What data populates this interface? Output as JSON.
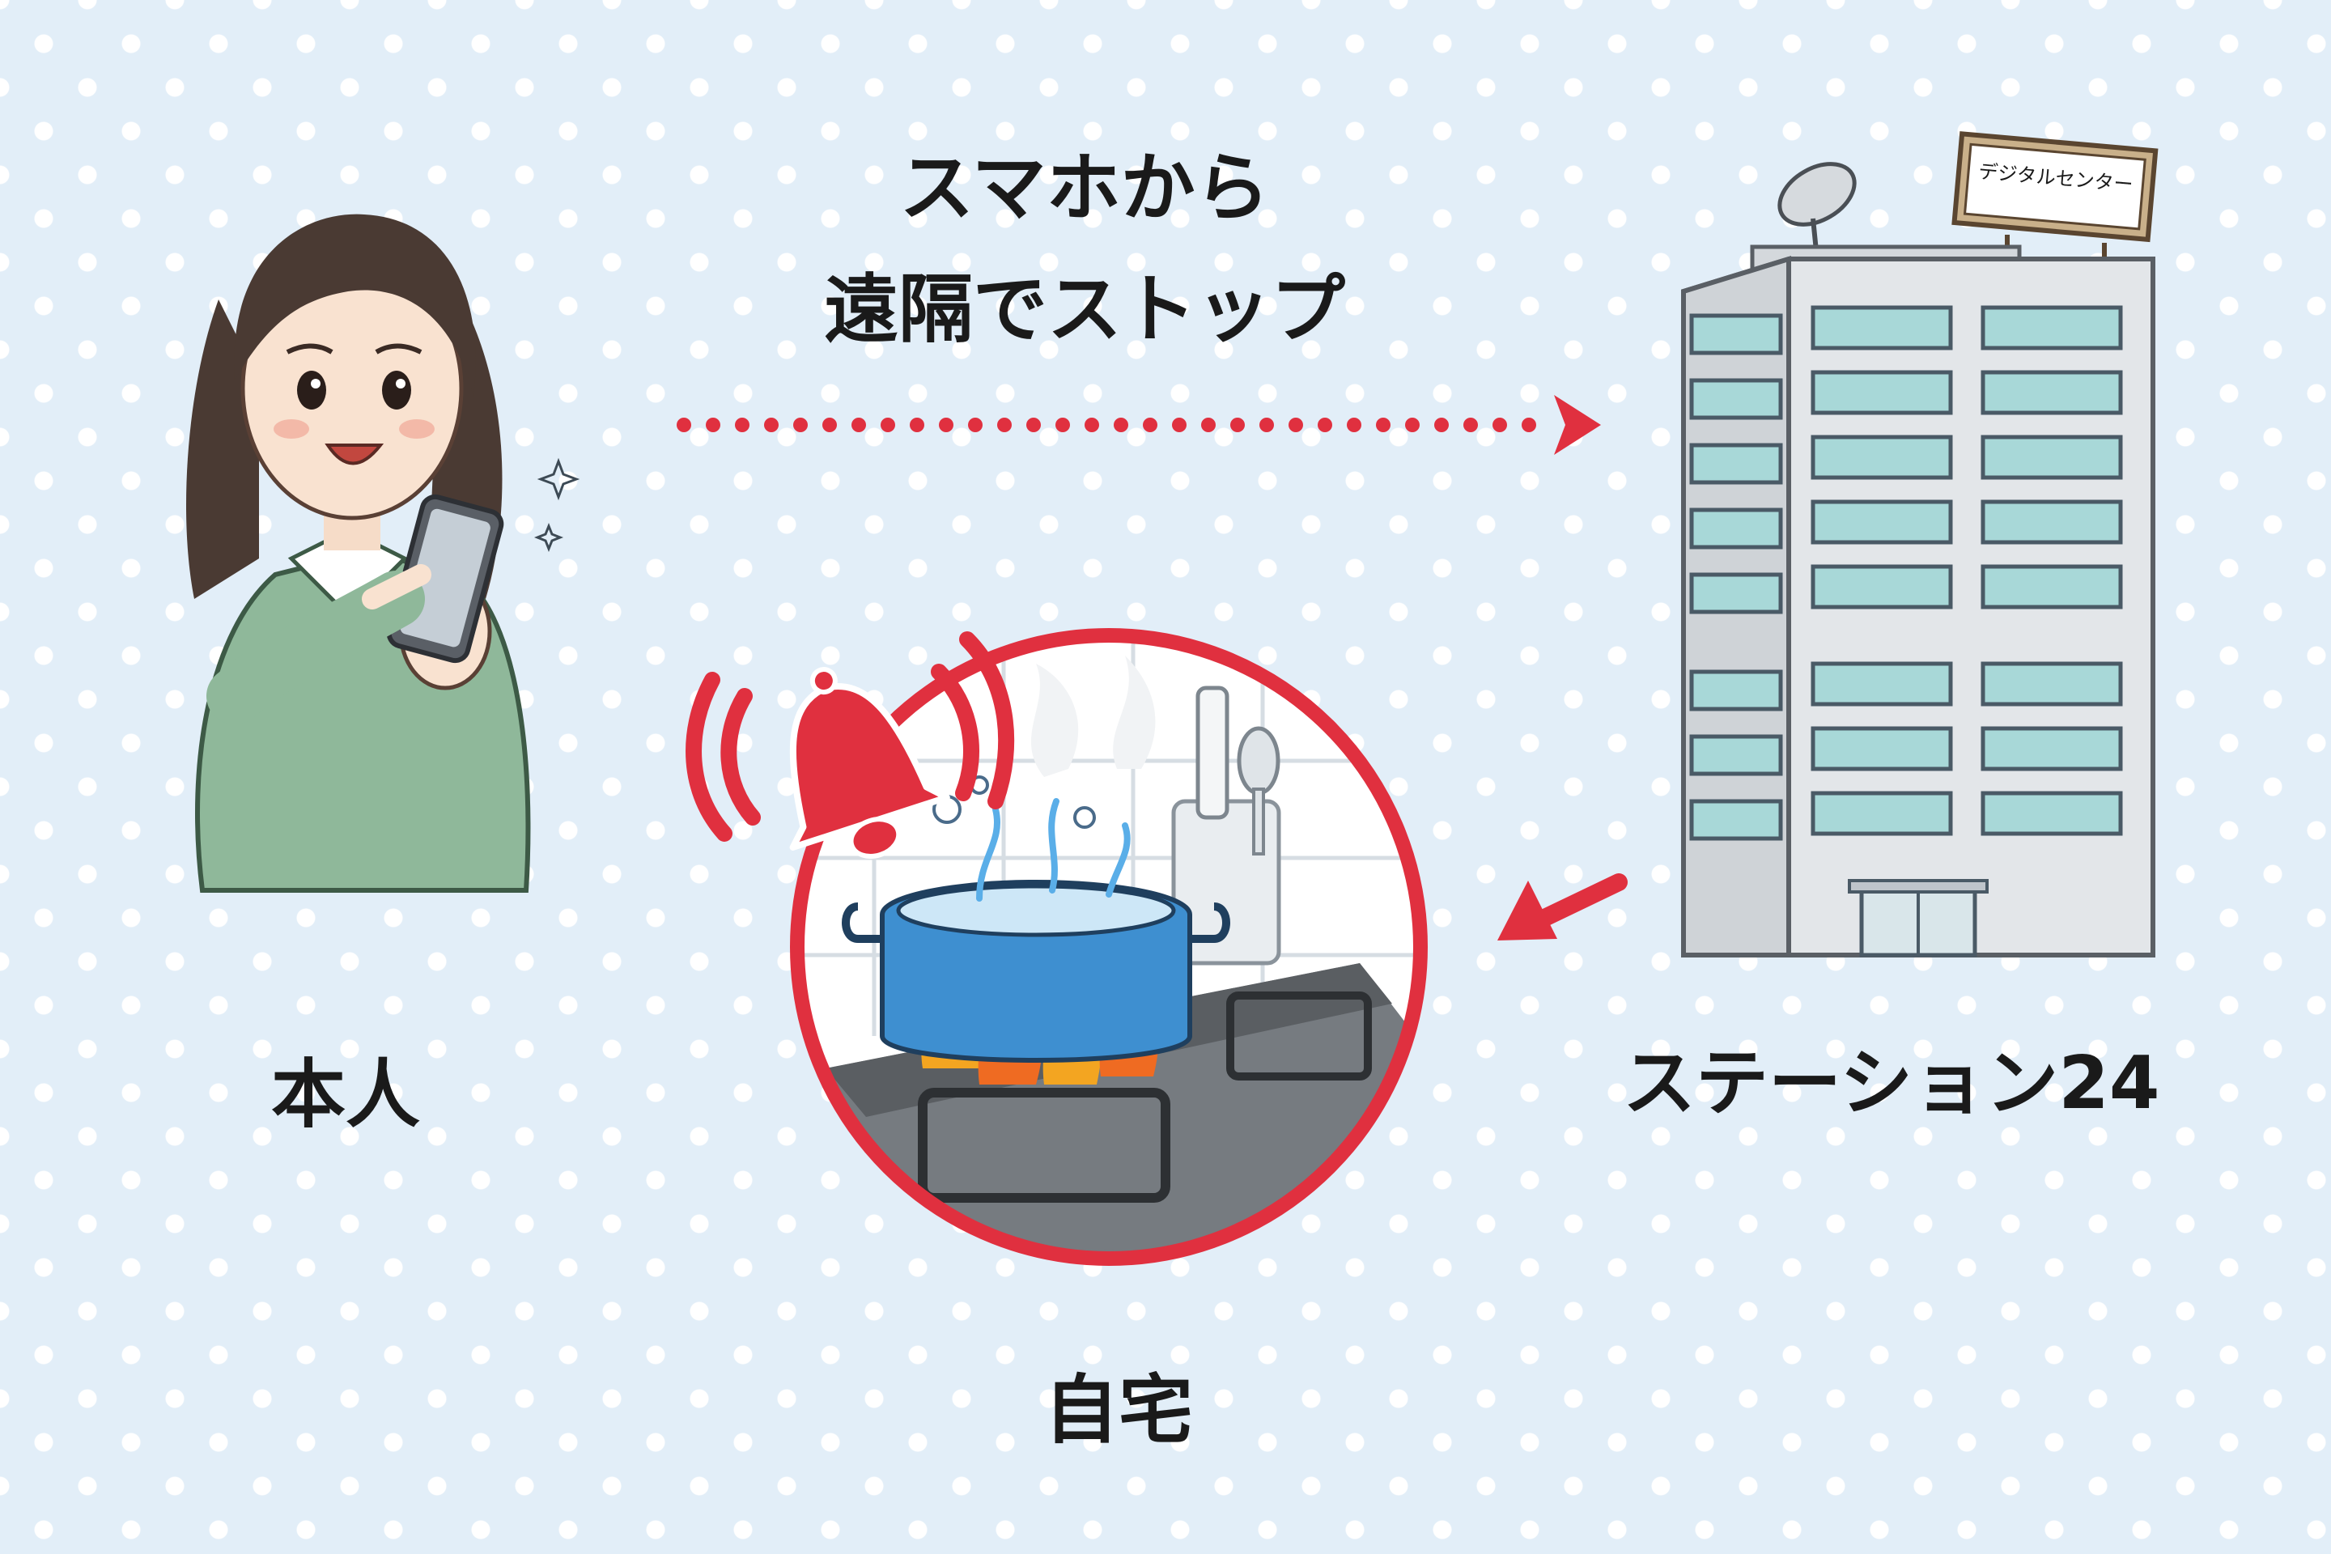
{
  "caption": {
    "line1": "スマホから",
    "line2": "遠隔でストップ"
  },
  "nodes": {
    "person": {
      "label": "本人",
      "icon": "woman-with-smartphone-icon"
    },
    "home": {
      "label": "自宅",
      "icon": "boiling-pot-on-stove-icon"
    },
    "station": {
      "label": "ステーション24",
      "icon": "office-building-icon"
    }
  },
  "building_sign": "デジタルセンター",
  "colors": {
    "accent_red": "#e0303f",
    "background": "#e2eef8",
    "dots": "#ffffff"
  }
}
